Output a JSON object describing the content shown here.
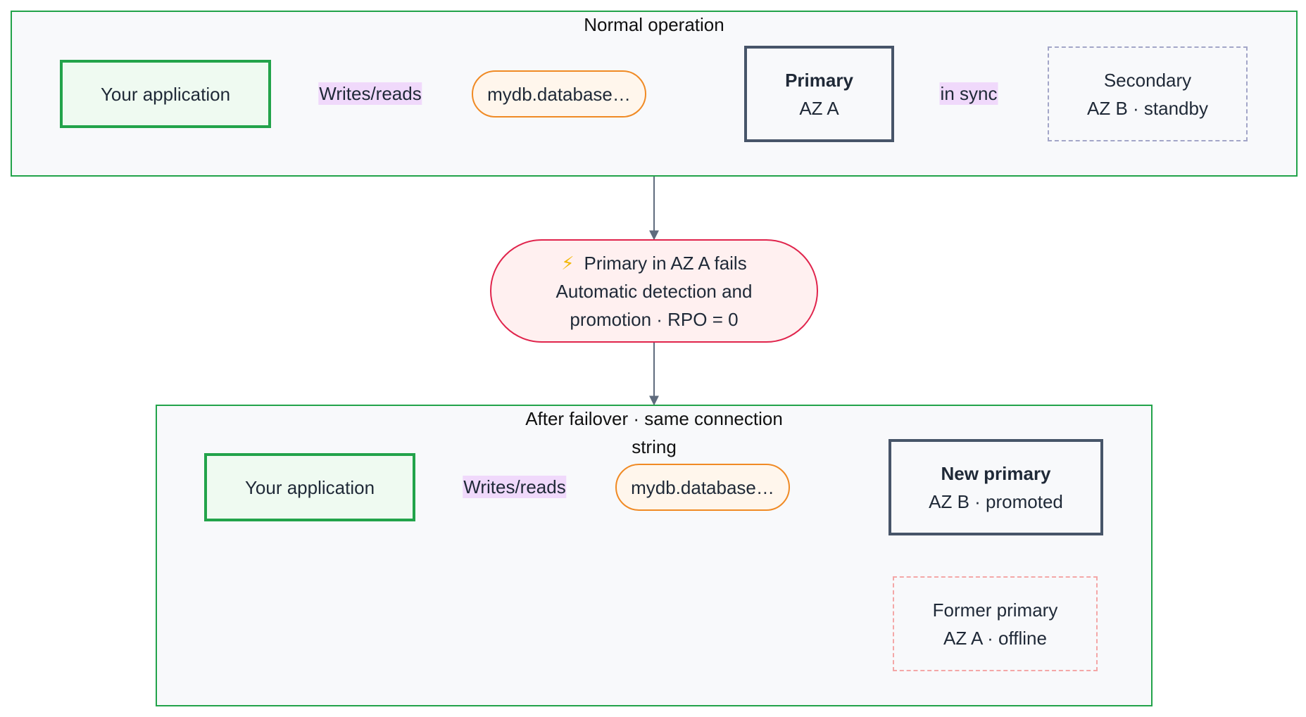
{
  "normal": {
    "title": "Normal operation",
    "app_label": "Your application",
    "writes_label": "Writes/reads",
    "endpoint_label": "mydb.database…",
    "primary_title": "Primary",
    "primary_az": "AZ A",
    "sync_label": "in sync",
    "secondary_title": "Secondary",
    "secondary_az": "AZ B · standby"
  },
  "failure": {
    "icon": "⚡",
    "line1": "Primary in AZ A fails",
    "line2": "Automatic detection and",
    "line3": "promotion · RPO = 0"
  },
  "after": {
    "title_line1": "After failover · same connection",
    "title_line2": "string",
    "app_label": "Your application",
    "writes_label": "Writes/reads",
    "endpoint_label": "mydb.database…",
    "new_primary_title": "New primary",
    "new_primary_az": "AZ B · promoted",
    "former_title": "Former primary",
    "former_az": "AZ A · offline"
  },
  "colors": {
    "group_border": "#22a34a",
    "app_border": "#22a34a",
    "endpoint_border": "#f08a24",
    "primary_border": "#475569",
    "secondary_border": "#a3a6c8",
    "former_border": "#f4a7a7",
    "failure_border": "#e0244c",
    "edge": "#5f6b7d",
    "edge_label_bg": "#f0d9fb"
  }
}
